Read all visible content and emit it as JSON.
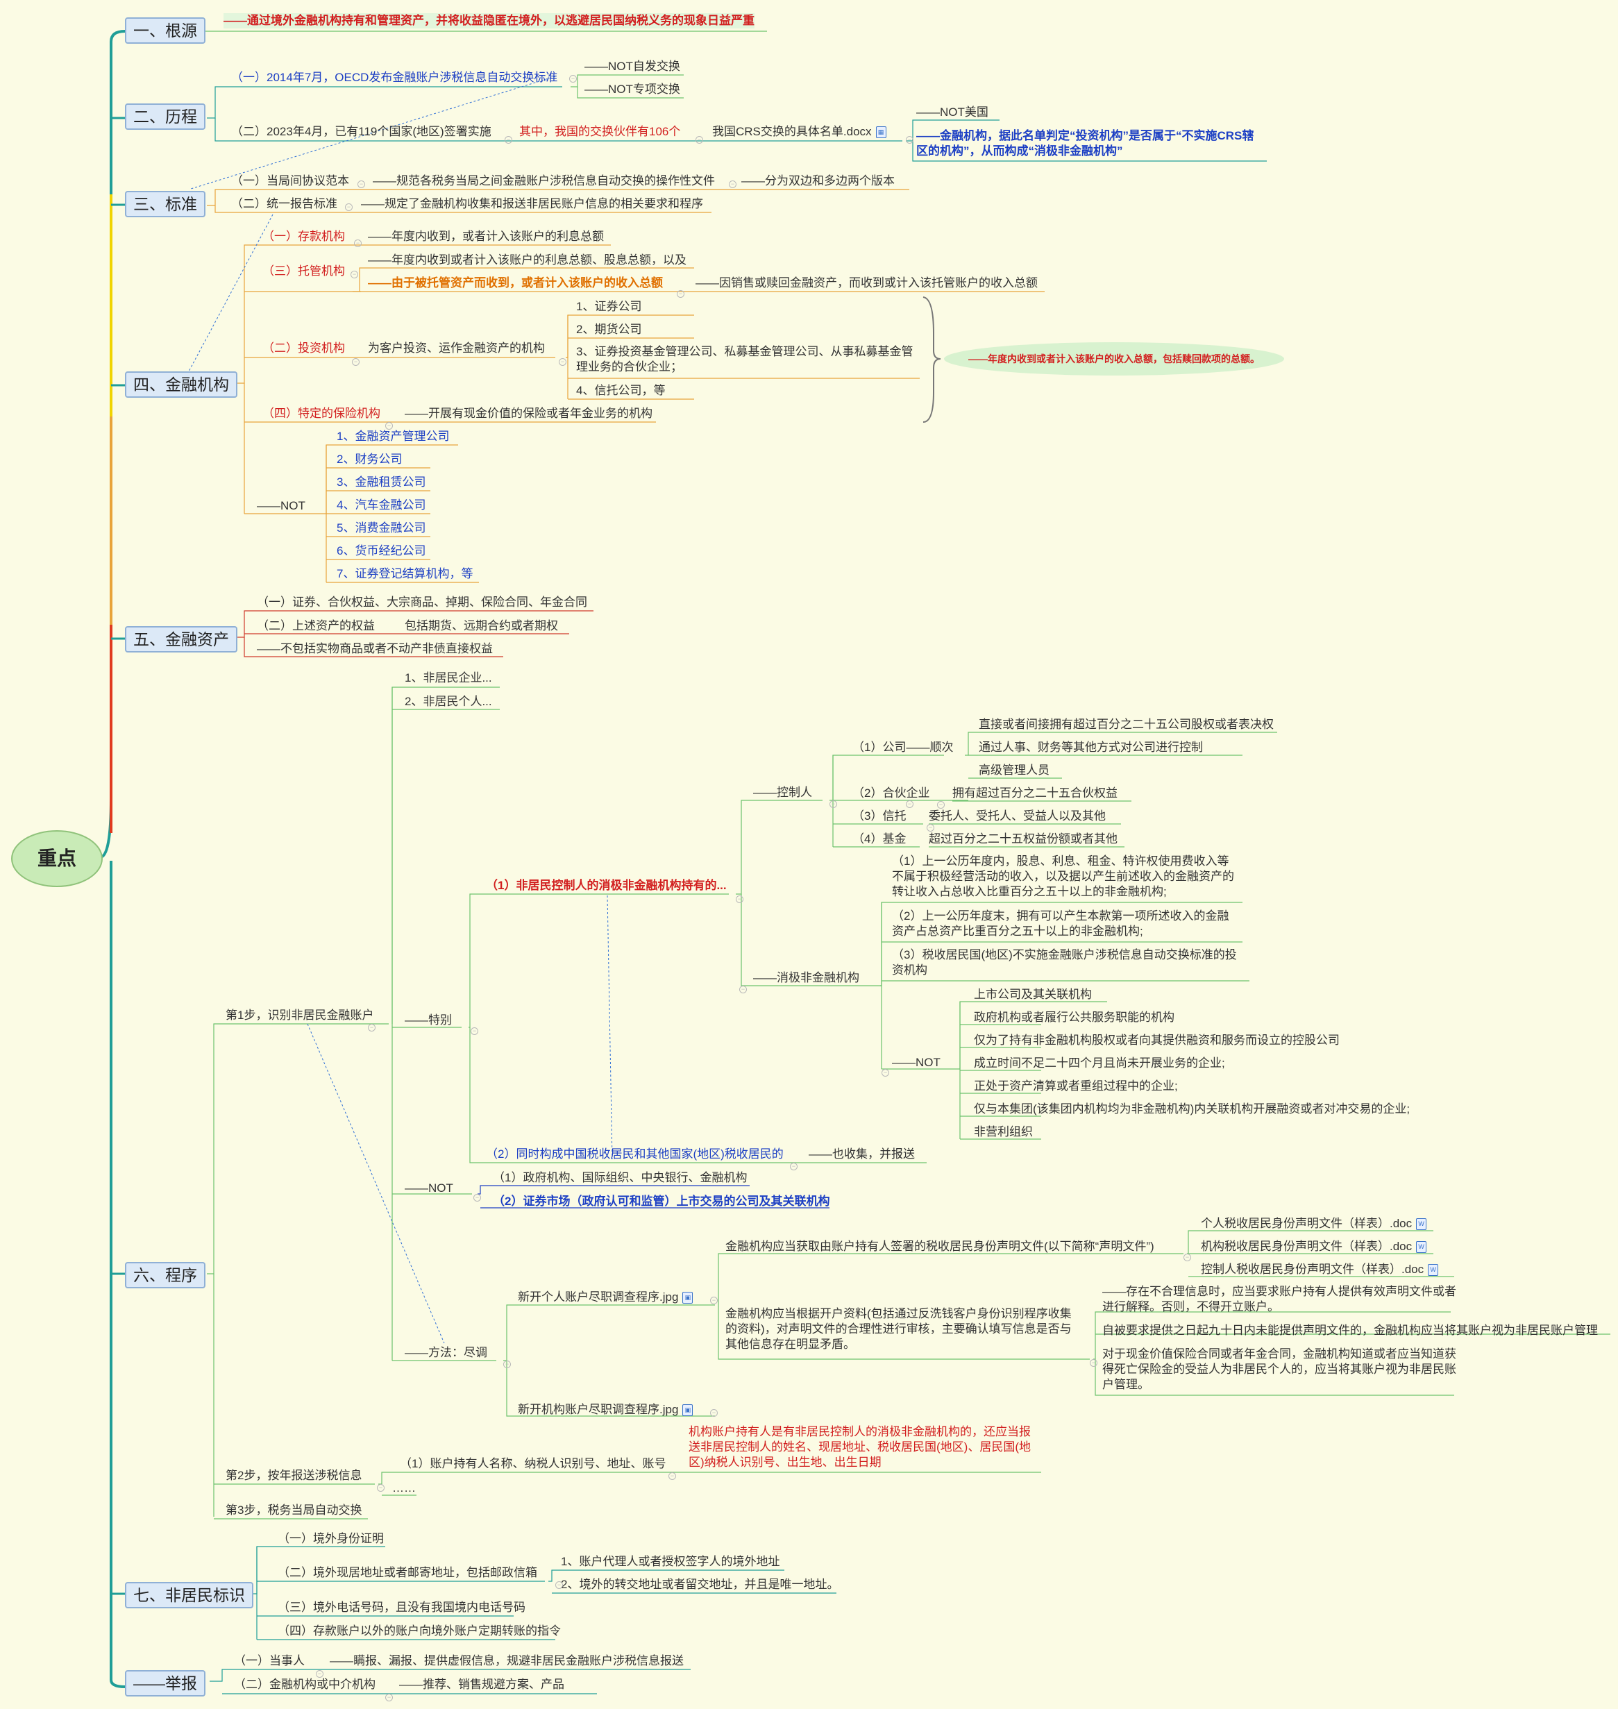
{
  "root": "重点",
  "s1": {
    "title": "一、根源",
    "text": "——通过境外金融机构持有和管理资产，并将收益隐匿在境外，以逃避居民国纳税义务的现象日益严重"
  },
  "s2": {
    "title": "二、历程",
    "a": "（一）2014年7月，OECD发布金融账户涉税信息自动交换标准",
    "a1": "——NOT自发交换",
    "a2": "——NOT专项交换",
    "b": "（二）2023年4月，已有119个国家(地区)签署实施",
    "b1": "其中，我国的交换伙伴有106个",
    "b2": "我国CRS交换的具体名单.docx",
    "b3": "——NOT美国",
    "b4": "——金融机构，据此名单判定“投资机构”是否属于“不实施CRS辖区的机构”，从而构成“消极非金融机构”"
  },
  "s3": {
    "title": "三、标准",
    "a": "（一）当局间协议范本",
    "a1": "——规范各税务当局之间金融账户涉税信息自动交换的操作性文件",
    "a2": "——分为双边和多边两个版本",
    "b": "（二）统一报告标准",
    "b1": "——规定了金融机构收集和报送非居民账户信息的相关要求和程序"
  },
  "s4": {
    "title": "四、金融机构",
    "a": "（一）存款机构",
    "a1": "——年度内收到，或者计入该账户的利息总额",
    "c": "（三）托管机构",
    "c1": "——年度内收到或者计入该账户的利息总额、股息总额，以及",
    "c2": "——由于被托管资产而收到，或者计入该账户的收入总额",
    "c3": "——因销售或赎回金融资产，而收到或计入该托管账户的收入总额",
    "b": "（二）投资机构",
    "b0": "为客户投资、运作金融资产的机构",
    "b1": "1、证券公司",
    "b2": "2、期货公司",
    "b3": "3、证券投资基金管理公司、私募基金管理公司、从事私募基金管理业务的合伙企业；",
    "b4": "4、信托公司，等",
    "brace_note": "——年度内收到或者计入该账户的收入总额，包括赎回款项的总额。",
    "d": "（四）特定的保险机构",
    "d1": "——开展有现金价值的保险或者年金业务的机构",
    "not": "——NOT",
    "not_items": [
      "1、金融资产管理公司",
      "2、财务公司",
      "3、金融租赁公司",
      "4、汽车金融公司",
      "5、消费金融公司",
      "6、货币经纪公司",
      "7、证券登记结算机构，等"
    ]
  },
  "s5": {
    "title": "五、金融资产",
    "a": "（一）证券、合伙权益、大宗商品、掉期、保险合同、年金合同",
    "b": "（二）上述资产的权益",
    "b1": "包括期货、远期合约或者期权",
    "c": "——不包括实物商品或者不动产非债直接权益"
  },
  "s6": {
    "title": "六、程序",
    "step1": "第1步，识别非居民金融账户",
    "i1": "1、非居民企业...",
    "i2": "2、非居民个人...",
    "special": "——特别",
    "sp1": "（1）非居民控制人的消极非金融机构持有的...",
    "ctrl": "——控制人",
    "company": "（1）公司——顺次",
    "co1": "直接或者间接拥有超过百分之二十五公司股权或者表决权",
    "co2": "通过人事、财务等其他方式对公司进行控制",
    "co3": "高级管理人员",
    "partner": "（2）合伙企业",
    "partner1": "拥有超过百分之二十五合伙权益",
    "trust": "（3）信托",
    "trust1": "委托人、受托人、受益人以及其他",
    "fund": "（4）基金",
    "fund1": "超过百分之二十五权益份额或者其他",
    "passive": "——消极非金融机构",
    "pa1": "（1）上一公历年度内，股息、利息、租金、特许权使用费收入等不属于积极经营活动的收入，以及据以产生前述收入的金融资产的转让收入占总收入比重百分之五十以上的非金融机构;",
    "pa2": "（2）上一公历年度末，拥有可以产生本款第一项所述收入的金融资产占总资产比重百分之五十以上的非金融机构;",
    "pa3": "（3）税收居民国(地区)不实施金融账户涉税信息自动交换标准的投资机构",
    "pnot": "——NOT",
    "pnot_items": [
      "上市公司及其关联机构",
      "政府机构或者履行公共服务职能的机构",
      "仅为了持有非金融机构股权或者向其提供融资和服务而设立的控股公司",
      "成立时间不足二十四个月且尚未开展业务的企业;",
      "正处于资产清算或者重组过程中的企业;",
      "仅与本集团(该集团内机构均为非金融机构)内关联机构开展融资或者对冲交易的企业;",
      "非营利组织"
    ],
    "sp2": "（2）同时构成中国税收居民和其他国家(地区)税收居民的",
    "sp2a": "——也收集，并报送",
    "not": "——NOT",
    "not1": "（1）政府机构、国际组织、中央银行、金融机构",
    "not2": "（2）证券市场（政府认可和监管）上市交易的公司及其关联机构",
    "method": "——方法：尽调",
    "ind": "新开个人账户尽职调查程序.jpg",
    "inst": "新开机构账户尽职调查程序.jpg",
    "decl": "金融机构应当获取由账户持有人签署的税收居民身份声明文件(以下简称“声明文件”)",
    "d1": "个人税收居民身份声明文件（样表）.doc",
    "d2": "机构税收居民身份声明文件（样表）.doc",
    "d3": "控制人税收居民身份声明文件（样表）.doc",
    "review": "金融机构应当根据开户资料(包括通过反洗钱客户身份识别程序收集的资料)，对声明文件的合理性进行审核，主要确认填写信息是否与其他信息存在明显矛盾。",
    "r1": "——存在不合理信息时，应当要求账户持有人提供有效声明文件或者进行解释。否则，不得开立账户。",
    "r2": "自被要求提供之日起九十日内未能提供声明文件的，金融机构应当将其账户视为非居民账户管理",
    "r3": "对于现金价值保险合同或者年金合同，金融机构知道或者应当知道获得死亡保险金的受益人为非居民个人的，应当将其账户视为非居民账户管理。",
    "step2": "第2步，按年报送涉税信息",
    "s2a": "（1）账户持有人名称、纳税人识别号、地址、账号",
    "s2a1": "机构账户持有人是有非居民控制人的消极非金融机构的，还应当报送非居民控制人的姓名、现居地址、税收居民国(地区)、居民国(地区)纳税人识别号、出生地、出生日期",
    "s2b": "……",
    "step3": "第3步，税务当局自动交换"
  },
  "s7": {
    "title": "七、非居民标识",
    "a": "（一）境外身份证明",
    "b": "（二）境外现居地址或者邮寄地址，包括邮政信箱",
    "b1": "1、账户代理人或者授权签字人的境外地址",
    "b2": "2、境外的转交地址或者留交地址，并且是唯一地址。",
    "c": "（三）境外电话号码，且没有我国境内电话号码",
    "d": "（四）存款账户以外的账户向境外账户定期转账的指令"
  },
  "s8": {
    "title": "——举报",
    "a": "（一）当事人",
    "a1": "——瞒报、漏报、提供虚假信息，规避非居民金融账户涉税信息报送",
    "b": "（二）金融机构或中介机构",
    "b1": "——推荐、销售规避方案、产品"
  },
  "colors": {
    "teal": "#1f9e97",
    "orange": "#e8a33a",
    "green": "#6cc26c",
    "blue": "#2f6fd6"
  }
}
